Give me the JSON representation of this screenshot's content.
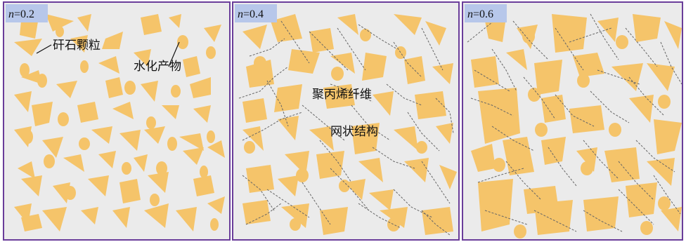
{
  "panels": [
    {
      "n_symbol": "n",
      "n_value": "=0.2"
    },
    {
      "n_symbol": "n",
      "n_value": "=0.4"
    },
    {
      "n_symbol": "n",
      "n_value": "=0.6"
    }
  ],
  "annotations": {
    "gravel": "矸石颗粒",
    "hydration": "水化产物",
    "fiber": "聚丙烯纤维",
    "network": "网状结构"
  },
  "colors": {
    "background": "#ebebeb",
    "particle": "#f5c46a",
    "border": "#6a3d9a",
    "tag_bg": "#b7c7ea",
    "fiber": "#666666"
  }
}
